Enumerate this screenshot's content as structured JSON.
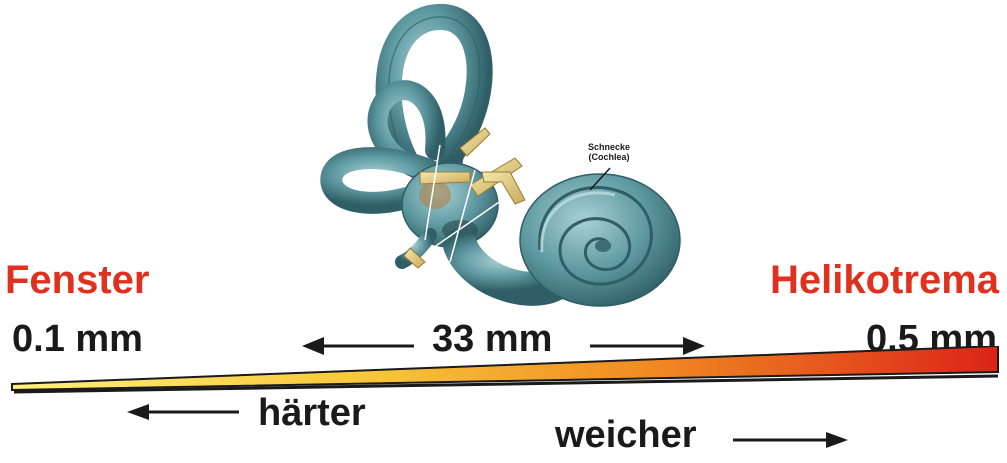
{
  "left_end": {
    "name": "Fenster",
    "width": "0.1 mm"
  },
  "right_end": {
    "name": "Helikotrema",
    "width": "0.5 mm"
  },
  "length_label": "33 mm",
  "stiffness": {
    "left": "härter",
    "right": "weicher"
  },
  "illustration": {
    "label_line1": "Schnecke",
    "label_line2": "(Cochlea)"
  },
  "colors": {
    "label_red": "#e0301e",
    "gradient_start": "#fff27a",
    "gradient_mid": "#f4a020",
    "gradient_end": "#dc2418",
    "organ_fill": "#5f9aa2",
    "bone_fill": "#e7d28a"
  },
  "icons": [
    "arrow-left-icon",
    "arrow-right-icon",
    "inner-ear-illustration"
  ]
}
